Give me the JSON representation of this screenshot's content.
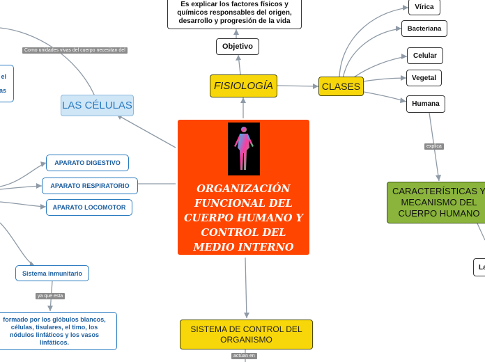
{
  "central": {
    "title": "ORGANIZACIÓN FUNCIONAL DEL CUERPO HUMANO Y CONTROL DEL MEDIO INTERNO"
  },
  "fisiologia": {
    "label": "FISIOLOGÍA"
  },
  "objetivo": {
    "label": "Objetivo"
  },
  "definicion": {
    "text": "Es explicar los factores físicos y químicos responsables del origen, desarrollo y progresión de la vida"
  },
  "clases": {
    "label": "CLASES"
  },
  "clases_items": [
    "Vírica",
    "Bacteriana",
    "Celular",
    "Vegetal",
    "Humana"
  ],
  "explica_label": "explica",
  "caracteristicas": {
    "label": "CARACTERÍSTICAS Y MECANISMO DEL CUERPO HUMANO"
  },
  "la_label": "La",
  "celulas": {
    "label": "LAS CÉLULAS"
  },
  "celulas_note": "Como unidades vivas del cuerpo necesitan del",
  "left_fragment": {
    "line1": "el",
    "line2": "as"
  },
  "aparatos": [
    "APARATO DIGESTIVO",
    "APARATO RESPIRATORIO",
    "APARATO LOCOMOTOR"
  ],
  "inmunitario": {
    "label": "Sistema inmunitario"
  },
  "ya_que_esta": "ya que esta",
  "formado": {
    "text": "formado por los glóbulos blancos, células, tisulares, el timo, los nódulos linfáticos y los vasos linfáticos."
  },
  "control": {
    "label": "SISTEMA DE CONTROL DEL ORGANISMO"
  },
  "actuan_en": "actúan en",
  "colors": {
    "central": "#ff4500",
    "accent_yellow": "#f8d70a",
    "olive": "#8ab43b",
    "blue_border": "#2a7bc0",
    "link": "#8e9aa6"
  }
}
